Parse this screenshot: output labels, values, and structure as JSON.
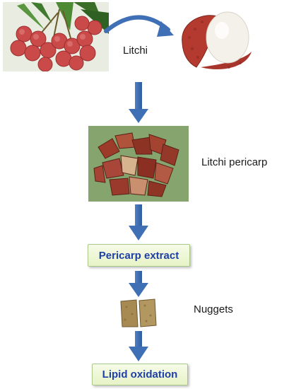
{
  "labels": {
    "litchi": "Litchi",
    "litchi_pericarp": "Litchi pericarp",
    "nuggets": "Nuggets"
  },
  "steps": {
    "pericarp_extract": "Pericarp extract",
    "lipid_oxidation": "Lipid oxidation"
  },
  "colors": {
    "arrow": "#3f6fb5",
    "step_text": "#1f3fa8",
    "step_border": "#a9c98a",
    "photo_bg_green": "#2f6b2a",
    "photo_bg_tan": "#c9b98e",
    "fruit_red": "#c0463c"
  }
}
